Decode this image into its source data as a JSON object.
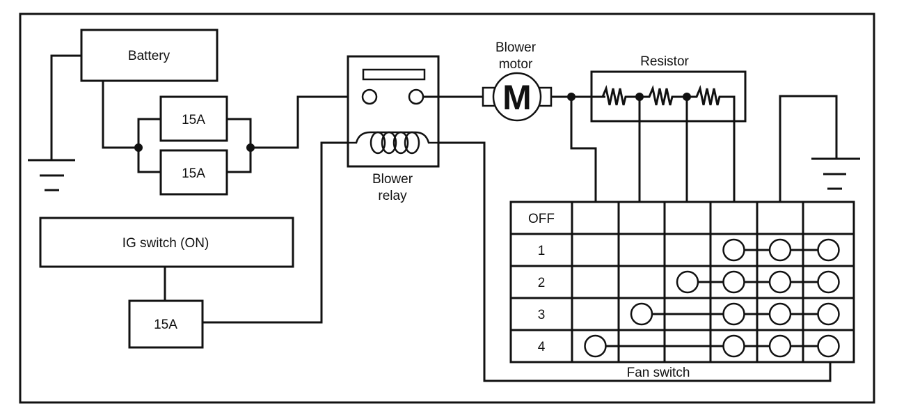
{
  "diagram": {
    "type": "wiring-schematic",
    "components": {
      "battery": {
        "label": "Battery"
      },
      "fuse_top": {
        "label": "15A"
      },
      "fuse_bottom": {
        "label": "15A"
      },
      "ig_switch": {
        "label": "IG switch (ON)"
      },
      "ig_fuse": {
        "label": "15A"
      },
      "blower_relay": {
        "label_line1": "Blower",
        "label_line2": "relay"
      },
      "blower_motor": {
        "label_line1": "Blower",
        "label_line2": "motor",
        "symbol": "M"
      },
      "resistor": {
        "label": "Resistor"
      },
      "fan_switch": {
        "label": "Fan switch"
      }
    },
    "fan_switch_table": {
      "rows": [
        "OFF",
        "1",
        "2",
        "3",
        "4"
      ],
      "connections": [
        [],
        [
          4,
          5,
          6
        ],
        [
          3,
          4,
          5,
          6
        ],
        [
          2,
          4,
          5,
          6
        ],
        [
          1,
          4,
          5,
          6
        ]
      ]
    }
  }
}
